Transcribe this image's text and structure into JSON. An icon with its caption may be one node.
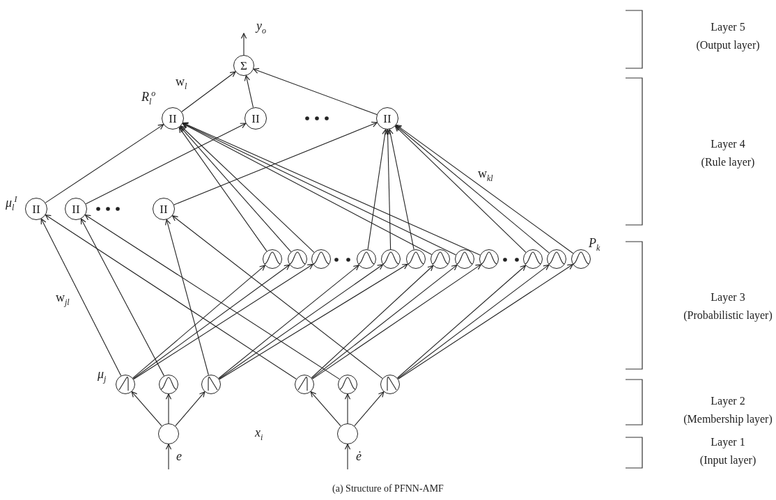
{
  "diagram": {
    "caption": "(a) Structure of PFNN-AMF",
    "nodes": [
      {
        "text": [
          "Σ"
        ]
      },
      {
        "text": [
          "II"
        ],
        "beside": [
          "R$_{l}$$^{o}$"
        ]
      },
      {
        "text": [
          "II"
        ]
      },
      {
        "text": [
          "II"
        ]
      },
      {
        "text": [
          "II"
        ],
        "beside": [
          "μ$_{l}$$^{I}$"
        ]
      },
      {
        "text": [
          "II"
        ]
      },
      {
        "text": [
          "II"
        ]
      },
      {
        "text": [],
        "shape": "circle"
      },
      {
        "text": [],
        "shape": "circle"
      },
      {
        "text": [],
        "shape": "circle"
      },
      {
        "text": [],
        "shape": "circle"
      },
      {
        "text": [],
        "shape": "circle"
      },
      {
        "text": [],
        "shape": "circle"
      },
      {
        "text": [],
        "shape": "circle"
      },
      {
        "text": [],
        "shape": "circle"
      },
      {
        "text": [],
        "shape": "circle"
      },
      {
        "text": [],
        "shape": "circle"
      },
      {
        "text": [],
        "shape": "circle"
      },
      {
        "text": [],
        "shape": "circle",
        "beside": [
          "P$_{k}$"
        ]
      },
      {
        "text": [],
        "shape": "circle",
        "beside": [
          "μ$_{j}$"
        ]
      },
      {
        "text": [],
        "shape": "circle"
      },
      {
        "text": [],
        "shape": "circle"
      },
      {
        "text": [],
        "shape": "circle"
      },
      {
        "text": [],
        "shape": "circle"
      },
      {
        "text": [],
        "shape": "circle"
      },
      {
        "text": [],
        "shape": "circle"
      },
      {
        "text": [],
        "shape": "circle"
      },
      {
        "text": [
          "y$_{o}$"
        ]
      }
    ],
    "edges": [
      {
        "from": 0,
        "to": 27,
        "arrow": "to"
      },
      {
        "from": 1,
        "to": 0,
        "arrow": "to"
      },
      {
        "from": 2,
        "to": 0,
        "arrow": "to"
      },
      {
        "from": 3,
        "to": 0,
        "arrow": "to"
      },
      {
        "from": 4,
        "to": 1,
        "arrow": "to"
      },
      {
        "from": 5,
        "to": 2,
        "arrow": "to"
      },
      {
        "from": 6,
        "to": 3,
        "arrow": "to"
      },
      {
        "from": 7,
        "to": 1,
        "arrow": "to"
      },
      {
        "from": 8,
        "to": 1,
        "arrow": "to"
      },
      {
        "from": 9,
        "to": 1,
        "arrow": "to"
      },
      {
        "from": 13,
        "to": 1,
        "arrow": "to"
      },
      {
        "from": 14,
        "to": 1,
        "arrow": "to"
      },
      {
        "from": 15,
        "to": 1,
        "arrow": "to"
      },
      {
        "from": 10,
        "to": 3,
        "arrow": "to"
      },
      {
        "from": 11,
        "to": 3,
        "arrow": "to"
      },
      {
        "from": 12,
        "to": 3,
        "arrow": "to"
      },
      {
        "from": 16,
        "to": 3,
        "arrow": "to"
      },
      {
        "from": 17,
        "to": 3,
        "arrow": "to"
      },
      {
        "from": 18,
        "to": 3,
        "arrow": "to"
      },
      {
        "from": 19,
        "to": 4,
        "arrow": "to"
      },
      {
        "from": 22,
        "to": 4,
        "arrow": "to"
      },
      {
        "from": 20,
        "to": 5,
        "arrow": "to"
      },
      {
        "from": 23,
        "to": 5,
        "arrow": "to"
      },
      {
        "from": 21,
        "to": 6,
        "arrow": "to"
      },
      {
        "from": 24,
        "to": 6,
        "arrow": "to"
      },
      {
        "from": 19,
        "to": 7,
        "arrow": "to"
      },
      {
        "from": 19,
        "to": 8,
        "arrow": "to"
      },
      {
        "from": 19,
        "to": 9,
        "arrow": "to"
      },
      {
        "from": 21,
        "to": 10,
        "arrow": "to"
      },
      {
        "from": 21,
        "to": 11,
        "arrow": "to"
      },
      {
        "from": 21,
        "to": 12,
        "arrow": "to"
      },
      {
        "from": 22,
        "to": 13,
        "arrow": "to"
      },
      {
        "from": 22,
        "to": 14,
        "arrow": "to"
      },
      {
        "from": 22,
        "to": 15,
        "arrow": "to"
      },
      {
        "from": 24,
        "to": 16,
        "arrow": "to"
      },
      {
        "from": 24,
        "to": 17,
        "arrow": "to"
      },
      {
        "from": 24,
        "to": 18,
        "arrow": "to"
      },
      {
        "from": 25,
        "to": 19,
        "arrow": "to"
      },
      {
        "from": 25,
        "to": 20,
        "arrow": "to"
      },
      {
        "from": 25,
        "to": 21,
        "arrow": "to"
      },
      {
        "from": 26,
        "to": 22,
        "arrow": "to"
      },
      {
        "from": 26,
        "to": 23,
        "arrow": "to"
      },
      {
        "from": 26,
        "to": 24,
        "arrow": "to"
      },
      {
        "from": null,
        "to": 25,
        "arrow": "to"
      },
      {
        "from": null,
        "to": 26,
        "arrow": "to"
      }
    ],
    "labels": [
      "w$_{l}$",
      "w$_{kl}$",
      "w$_{jl}$",
      "x$_{i}$",
      "e",
      "ė",
      "Layer 5",
      "(Output layer)",
      "Layer 4",
      "(Rule layer)",
      "Layer 3",
      "(Probabilistic layer)",
      "Layer 2",
      "(Membership layer)",
      "Layer 1",
      "(Input layer)"
    ]
  }
}
